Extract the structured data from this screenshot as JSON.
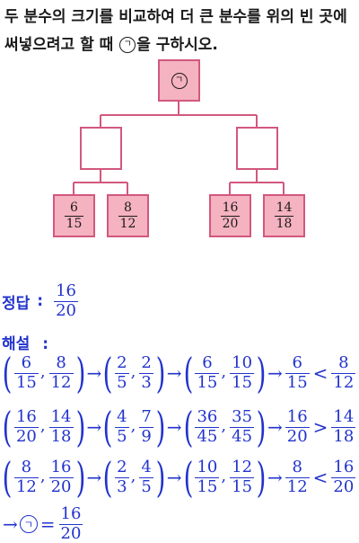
{
  "question": {
    "before": "두 분수의 크기를 비교하여 더 큰 분수를 위의 빈 곳에 써넣으려고 할 때 ",
    "marker": "ㄱ",
    "after": "을 구하시오."
  },
  "tree": {
    "top_marker": "ㄱ",
    "leaves": [
      {
        "num": "6",
        "den": "15"
      },
      {
        "num": "8",
        "den": "12"
      },
      {
        "num": "16",
        "den": "20"
      },
      {
        "num": "14",
        "den": "18"
      }
    ]
  },
  "answer": {
    "label": "정답",
    "colon": ":",
    "num": "16",
    "den": "20"
  },
  "explanation": {
    "label": "해설",
    "colon": ":",
    "rows": [
      {
        "a": [
          "6",
          "15"
        ],
        "b": [
          "8",
          "12"
        ],
        "c": [
          "2",
          "5"
        ],
        "d": [
          "2",
          "3"
        ],
        "e": [
          "6",
          "15"
        ],
        "f": [
          "10",
          "15"
        ],
        "g": [
          "6",
          "15"
        ],
        "op": "<",
        "h": [
          "8",
          "12"
        ]
      },
      {
        "a": [
          "16",
          "20"
        ],
        "b": [
          "14",
          "18"
        ],
        "c": [
          "4",
          "5"
        ],
        "d": [
          "7",
          "9"
        ],
        "e": [
          "36",
          "45"
        ],
        "f": [
          "35",
          "45"
        ],
        "g": [
          "16",
          "20"
        ],
        "op": ">",
        "h": [
          "14",
          "18"
        ]
      },
      {
        "a": [
          "8",
          "12"
        ],
        "b": [
          "16",
          "20"
        ],
        "c": [
          "2",
          "3"
        ],
        "d": [
          "4",
          "5"
        ],
        "e": [
          "10",
          "15"
        ],
        "f": [
          "12",
          "15"
        ],
        "g": [
          "8",
          "12"
        ],
        "op": "<",
        "h": [
          "16",
          "20"
        ]
      }
    ],
    "final": {
      "arrow": "→",
      "marker": "ㄱ",
      "eq": "=",
      "num": "16",
      "den": "20"
    }
  },
  "symbols": {
    "arrow": "→",
    "comma": ",",
    "lparen": "(",
    "rparen": ")"
  }
}
